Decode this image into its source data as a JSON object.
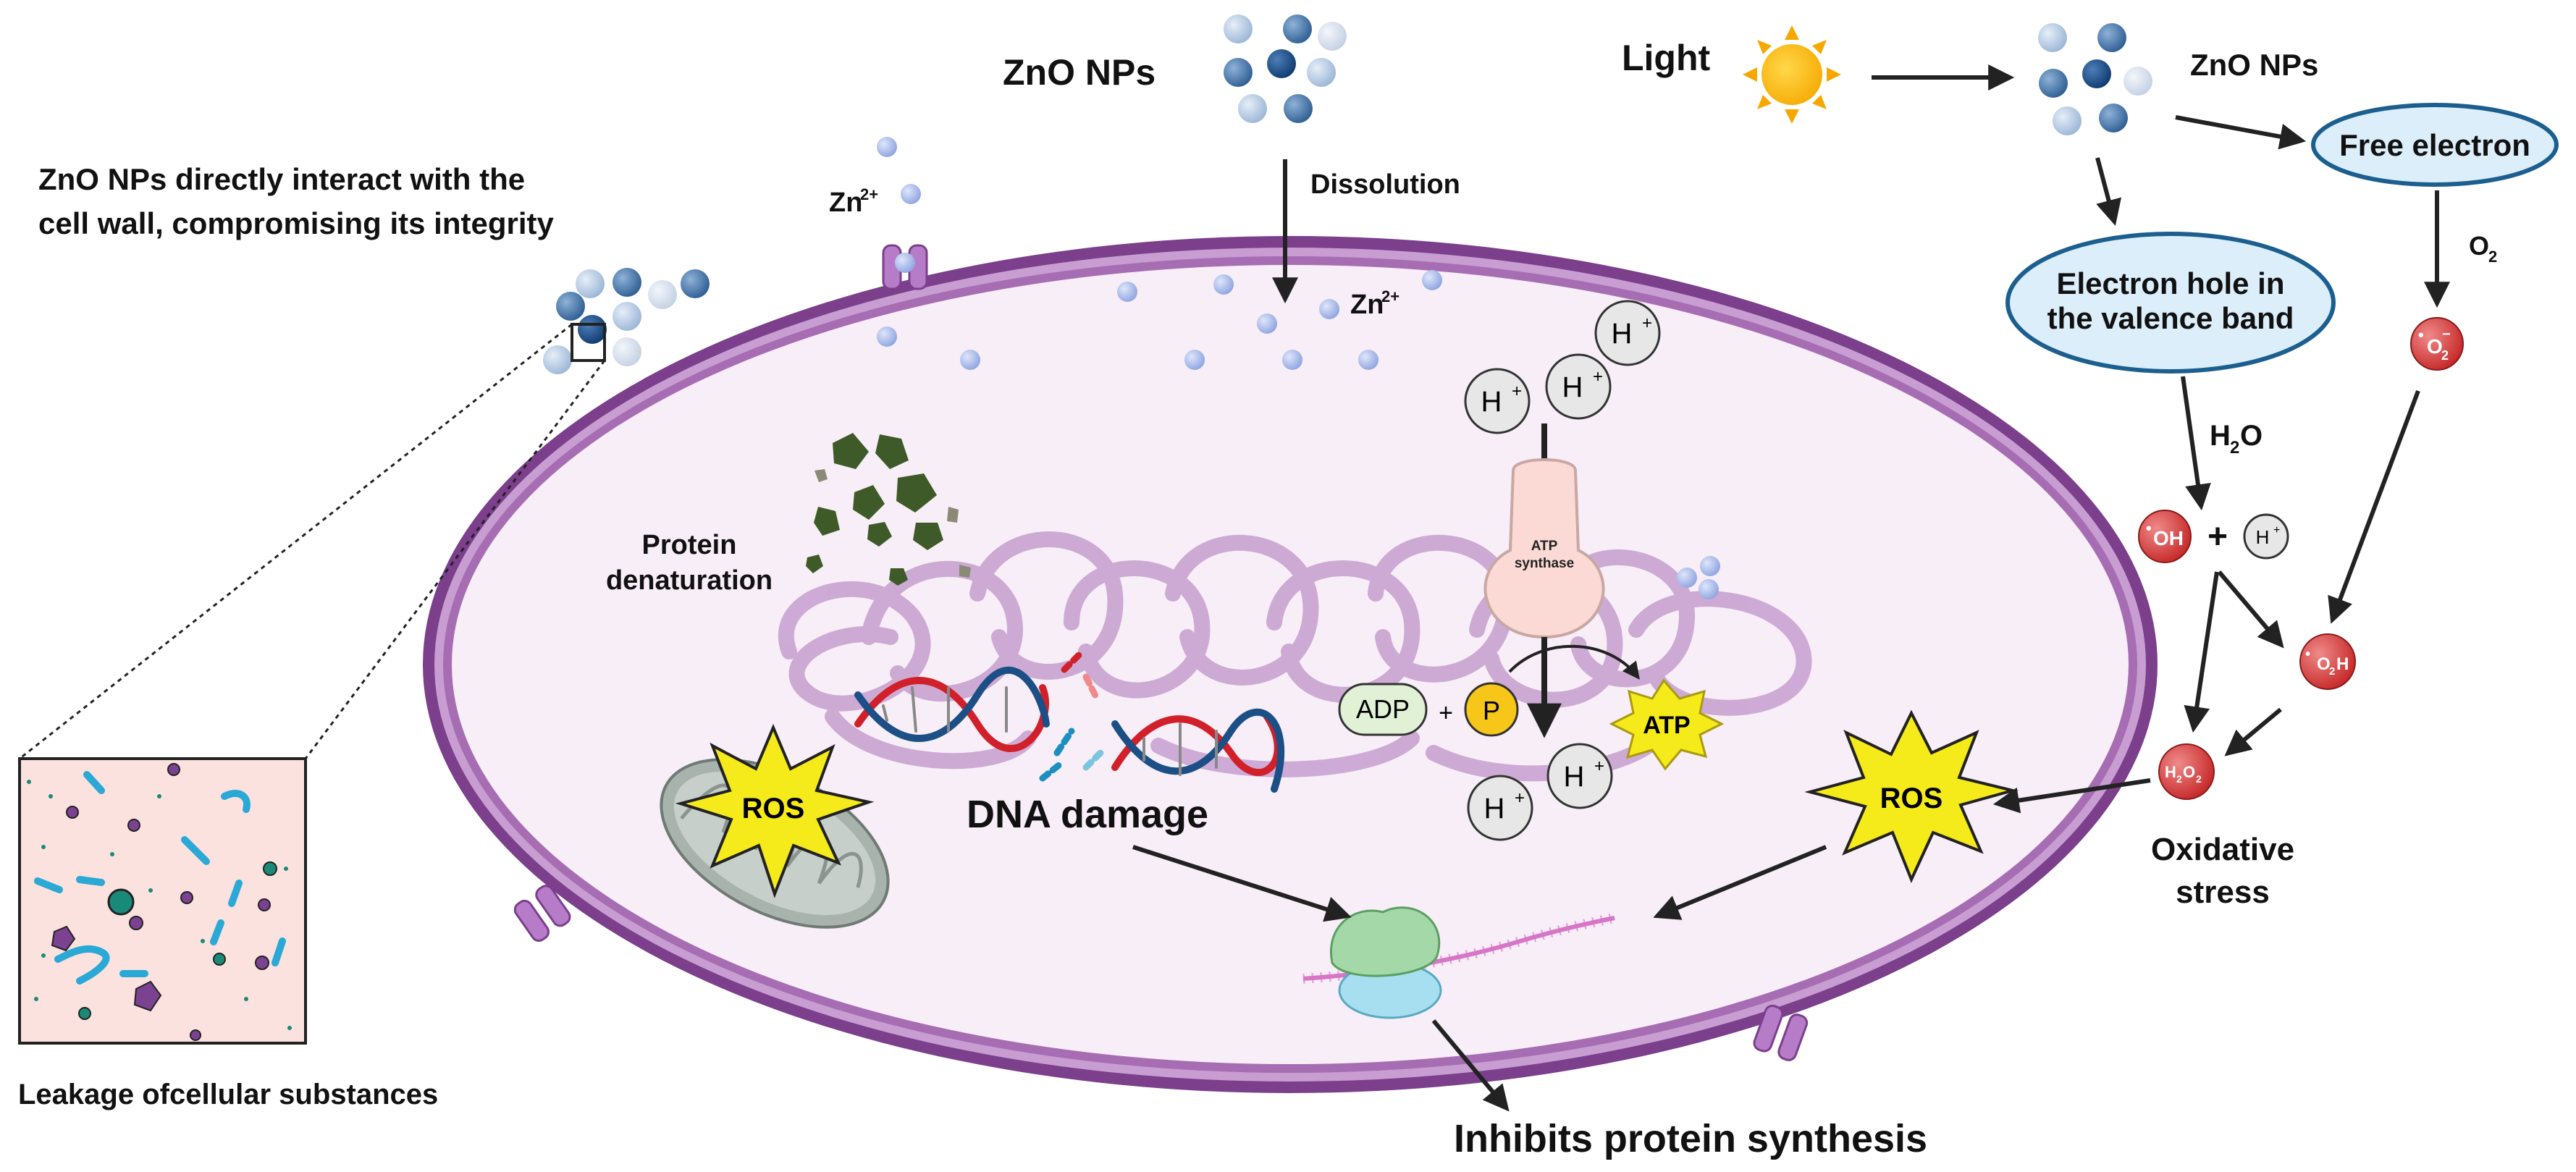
{
  "top": {
    "zno_nps_left": "ZnO NPs",
    "dissolution": "Dissolution",
    "zn2_base": "Zn",
    "zn2_sup": "2+",
    "light": "Light",
    "zno_nps_right": "ZnO NPs",
    "free_electron": "Free electron",
    "electron_hole_line1": "Electron hole in",
    "electron_hole_line2": "the valence band",
    "o2_base": "O",
    "o2_sub": "2",
    "h2o_base": "H",
    "h2o_sub": "2",
    "h2o_tail": "O"
  },
  "left": {
    "wall_line1": "ZnO NPs directly interact with the",
    "wall_line2": "cell wall, compromising its integrity",
    "leakage": "Leakage ofcellular substances"
  },
  "cell": {
    "protein_denat_line1": "Protein",
    "protein_denat_line2": "denaturation",
    "dna_damage": "DNA damage",
    "atp_synthase_line1": "ATP",
    "atp_synthase_line2": "synthase",
    "adp": "ADP",
    "plus": "+",
    "p": "P",
    "atp": "ATP",
    "h_base": "H",
    "h_sup": "+",
    "ros_mito": "ROS",
    "ros_right": "ROS"
  },
  "right": {
    "oh": "OH",
    "plus": "+",
    "o2h_base": "O",
    "o2h_sub": "2",
    "o2h_tail": "H",
    "h2o2_h": "H",
    "h2o2_s1": "2",
    "h2o2_o": "O",
    "h2o2_s2": "2",
    "superoxide_base": "O",
    "superoxide_sub": "2",
    "superoxide_sup": "−",
    "radical_dot": "•",
    "oxidative_line1": "Oxidative",
    "oxidative_line2": "stress"
  },
  "bottom": {
    "inhibits": "Inhibits protein synthesis"
  },
  "colors": {
    "membrane": "#7b3f8c",
    "cytoplasm": "#f7eef7",
    "nucleoid": "#c9a3d1",
    "ros_fill": "#f5ea1a",
    "radical_red": "#d63a3a",
    "ellipse_fill": "#dbeefa",
    "ellipse_stroke": "#1c5f8f"
  }
}
